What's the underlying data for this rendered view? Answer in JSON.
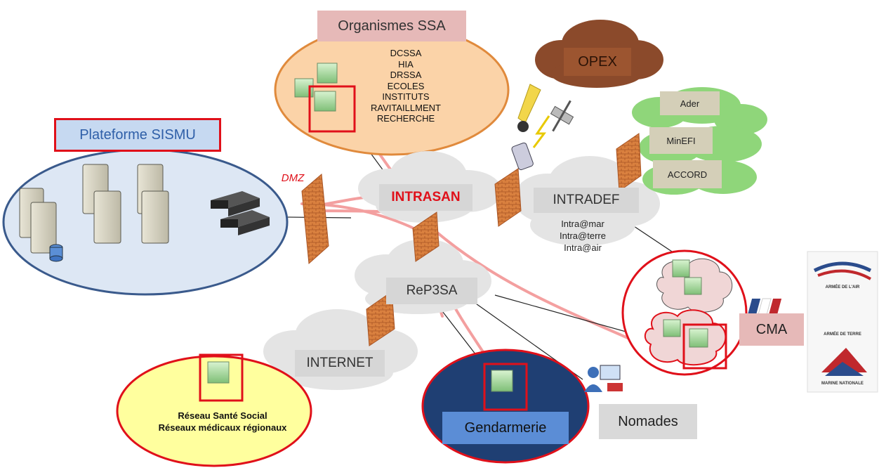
{
  "labels": {
    "sismu": "Plateforme SISMU",
    "dmz": "DMZ",
    "organismes": "Organismes SSA",
    "intrasan": "INTRASAN",
    "intradef": "INTRADEF",
    "rep3sa": "ReP3SA",
    "internet": "INTERNET",
    "opex": "OPEX",
    "cma": "CMA",
    "gendarmerie": "Gendarmerie",
    "nomades": "Nomades"
  },
  "organismes_list": [
    "DCSSA",
    "HIA",
    "DRSSA",
    "ECOLES",
    "INSTITUTS",
    "RAVITAILLMENT",
    "RECHERCHE"
  ],
  "intradef_list": [
    "Intra@mar",
    "Intra@terre",
    "Intra@air"
  ],
  "partners": [
    "Ader",
    "MinEFI",
    "ACCORD"
  ],
  "reseau": [
    "Réseau Santé Social",
    "Réseaux médicaux régionaux"
  ],
  "logos": [
    "ARMÉE DE L'AIR",
    "ARMÉE DE TERRE",
    "MARINE NATIONALE"
  ],
  "colors": {
    "red": "#e0101a",
    "firewall": "#d4743a",
    "sismu_fill": "#dde7f4",
    "sismu_stroke": "#3a5a8c",
    "organismes_fill": "#fbd3a8",
    "organismes_stroke": "#e08a3c",
    "reseau_fill": "#ffff9e",
    "gendarmerie_fill": "#1f3f73",
    "cma_fill": "#f4d8d8",
    "opex_fill": "#8b4a2b",
    "partners_fill": "#8fd67a"
  }
}
